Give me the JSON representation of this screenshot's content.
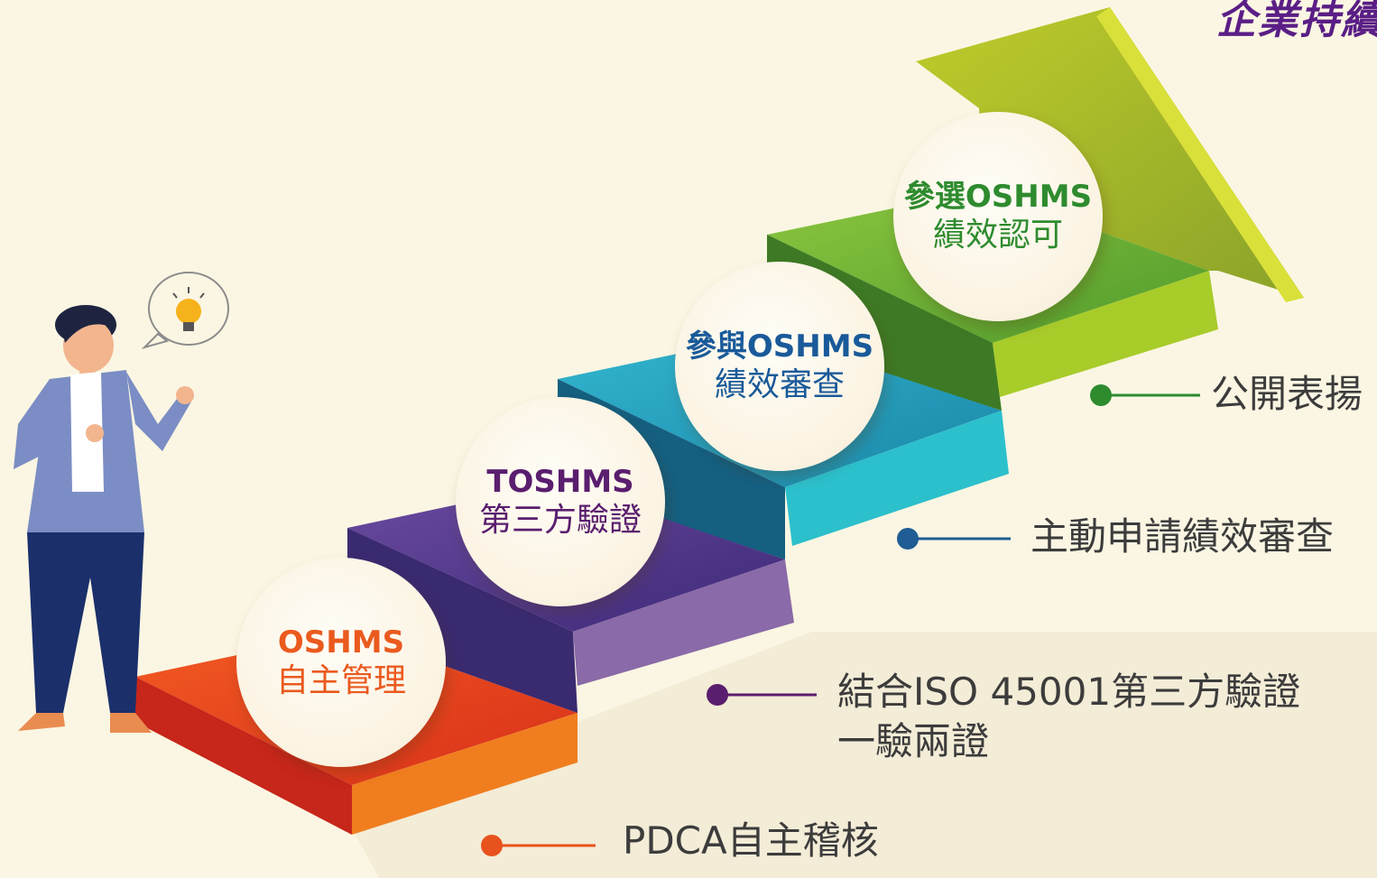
{
  "header": {
    "title": "企業持續"
  },
  "colors": {
    "step1": "#ea4a1b",
    "step2": "#5b3b8c",
    "step3": "#1c9fc0",
    "step4": "#76b82a",
    "arrow": "#c8d32a",
    "text1": "#ea5a1e",
    "text2": "#5a1e6e",
    "text3": "#1a5a9a",
    "text4": "#2e8b2e"
  },
  "steps": [
    {
      "line1": "OSHMS",
      "line2": "自主管理"
    },
    {
      "line1": "TOSHMS",
      "line2": "第三方驗證"
    },
    {
      "line1": "參與OSHMS",
      "line2": "績效審查"
    },
    {
      "line1": "參選OSHMS",
      "line2": "績效認可"
    }
  ],
  "labels": [
    {
      "text": "PDCA自主稽核",
      "dot_color": "#e8531d"
    },
    {
      "text": "結合ISO  45001第三方驗證",
      "text2": "一驗兩證",
      "dot_color": "#5a1e6e"
    },
    {
      "text": "主動申請績效審查",
      "dot_color": "#1f5d94"
    },
    {
      "text": "公開表揚",
      "dot_color": "#2e8b2e"
    }
  ],
  "person": {
    "icon": "lightbulb-icon"
  }
}
